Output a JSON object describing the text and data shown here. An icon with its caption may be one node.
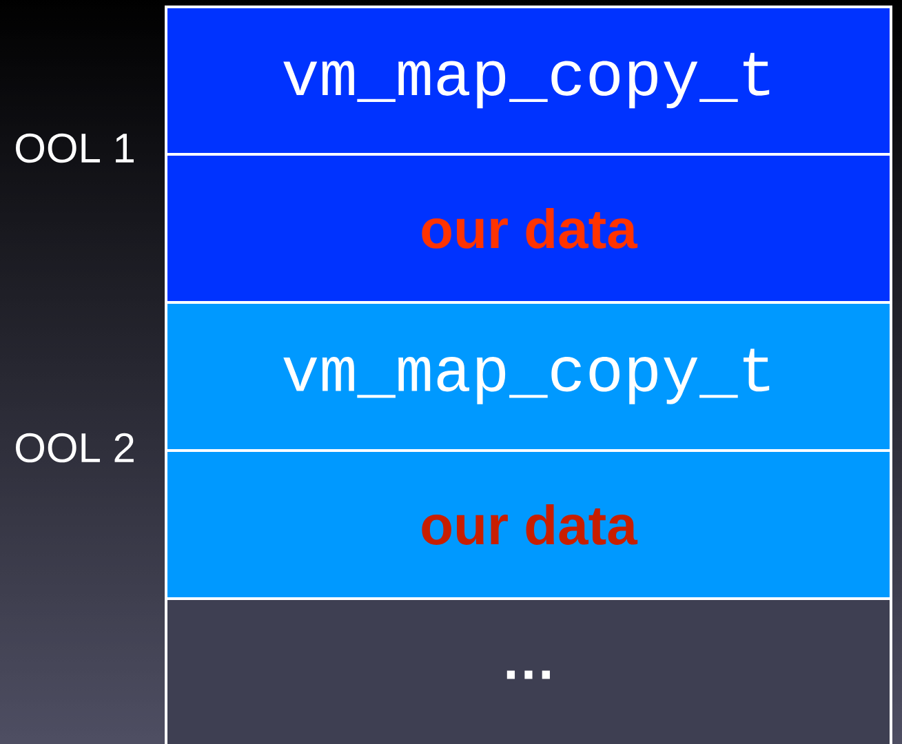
{
  "diagram": {
    "nodes": [
      {
        "text": [
          "vm_map_copy_t"
        ]
      },
      {
        "text": [
          "our data"
        ]
      },
      {
        "text": [
          "vm_map_copy_t"
        ]
      },
      {
        "text": [
          "our data"
        ]
      },
      {
        "text": [
          "…"
        ]
      }
    ],
    "labels": [
      "OOL 1",
      "OOL 2"
    ]
  }
}
